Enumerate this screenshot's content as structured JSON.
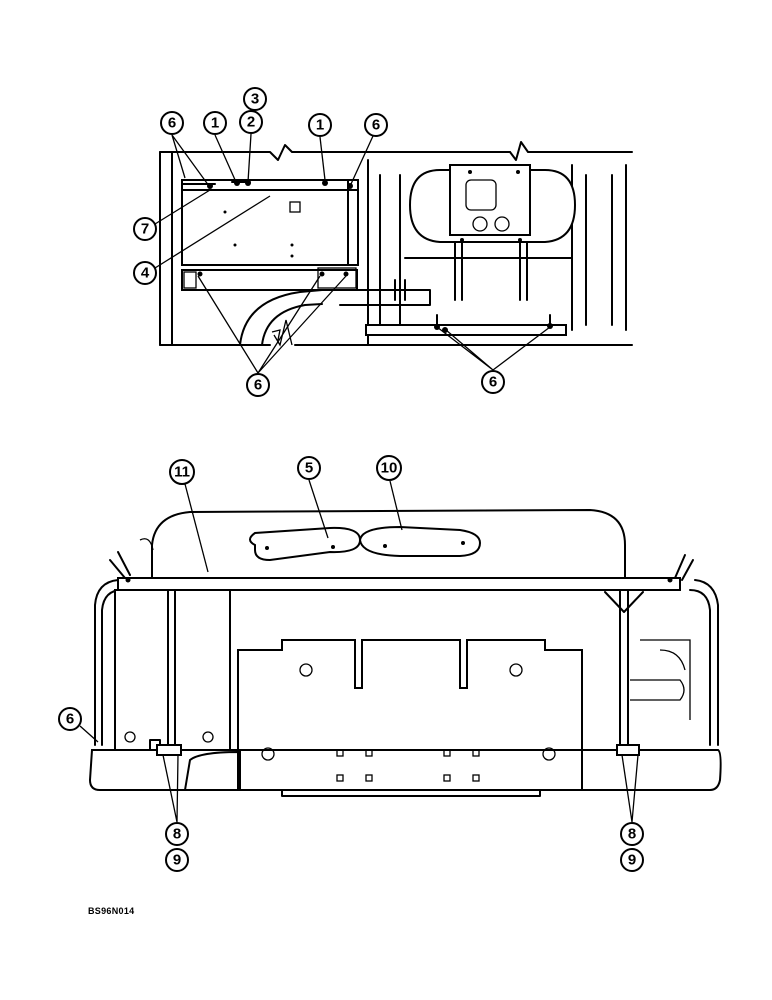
{
  "figure": {
    "code": "BS96N014"
  },
  "callouts": {
    "top_6a": "6",
    "top_1a": "1",
    "top_3": "3",
    "top_2": "2",
    "top_1b": "1",
    "top_6b": "6",
    "top_7": "7",
    "top_4": "4",
    "top_6c": "6",
    "top_6d": "6",
    "bottom_11": "11",
    "bottom_5": "5",
    "bottom_10": "10",
    "bottom_6": "6",
    "bottom_8a": "8",
    "bottom_9a": "9",
    "bottom_8b": "8",
    "bottom_9b": "9"
  }
}
